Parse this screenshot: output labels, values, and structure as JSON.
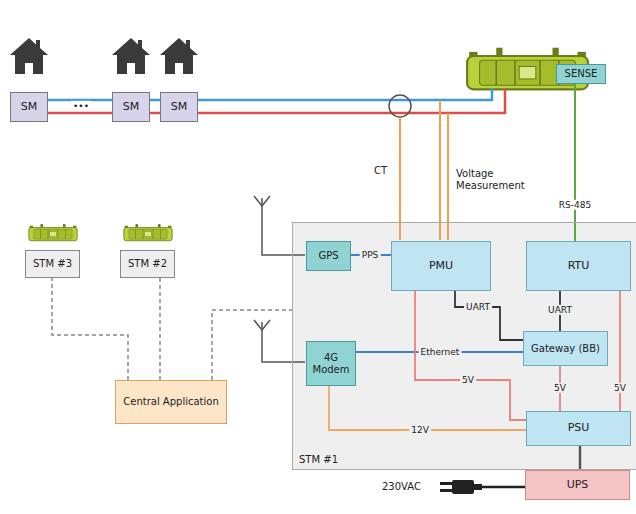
{
  "diagram": {
    "nodes": [
      {
        "text": [
          "SM"
        ]
      },
      {
        "text": [
          "SM"
        ]
      },
      {
        "text": [
          "SM"
        ]
      },
      {
        "text": [
          "SENSE"
        ]
      },
      {
        "text": [
          "STM #3"
        ]
      },
      {
        "text": [
          "STM #2"
        ]
      },
      {
        "text": [
          "Central Application"
        ]
      },
      {
        "text": [
          "STM #1"
        ]
      },
      {
        "text": [
          "GPS"
        ],
        "in": 7
      },
      {
        "text": [
          "PMU"
        ],
        "in": 7
      },
      {
        "text": [
          "RTU"
        ],
        "in": 7
      },
      {
        "text": [
          "4G Modem"
        ],
        "in": 7
      },
      {
        "text": [
          "Gateway (BB)"
        ],
        "in": 7
      },
      {
        "text": [
          "PSU"
        ],
        "in": 7
      },
      {
        "text": [
          "UPS"
        ]
      }
    ],
    "edges": [
      {
        "from": 0,
        "to": 1,
        "arrow": "none"
      },
      {
        "from": 1,
        "to": 2,
        "arrow": "none"
      },
      {
        "from": 8,
        "to": 9,
        "label": "PPS",
        "arrow": "none"
      },
      {
        "from": 9,
        "to": 12,
        "label": "UART",
        "arrow": "none"
      },
      {
        "from": 10,
        "to": 12,
        "label": "UART",
        "arrow": "none"
      },
      {
        "from": 11,
        "to": 12,
        "label": "Ethernet",
        "arrow": "none"
      },
      {
        "from": 13,
        "to": 9,
        "label": "5V",
        "arrow": "none"
      },
      {
        "from": 13,
        "to": 12,
        "label": "5V",
        "arrow": "none"
      },
      {
        "from": 13,
        "to": 10,
        "label": "5V",
        "arrow": "none"
      },
      {
        "from": 13,
        "to": 11,
        "label": "12V",
        "arrow": "none"
      },
      {
        "from": 14,
        "to": 13,
        "arrow": "none"
      },
      {
        "from": 3,
        "to": 10,
        "label": "RS-485",
        "arrow": "none"
      },
      {
        "from": 6,
        "to": 4,
        "arrow": "none"
      },
      {
        "from": 6,
        "to": 5,
        "arrow": "none"
      },
      {
        "from": 6,
        "to": 7,
        "arrow": "none"
      }
    ],
    "labels": [
      "•••",
      "CT",
      "Voltage Measurement",
      "230VAC"
    ]
  }
}
